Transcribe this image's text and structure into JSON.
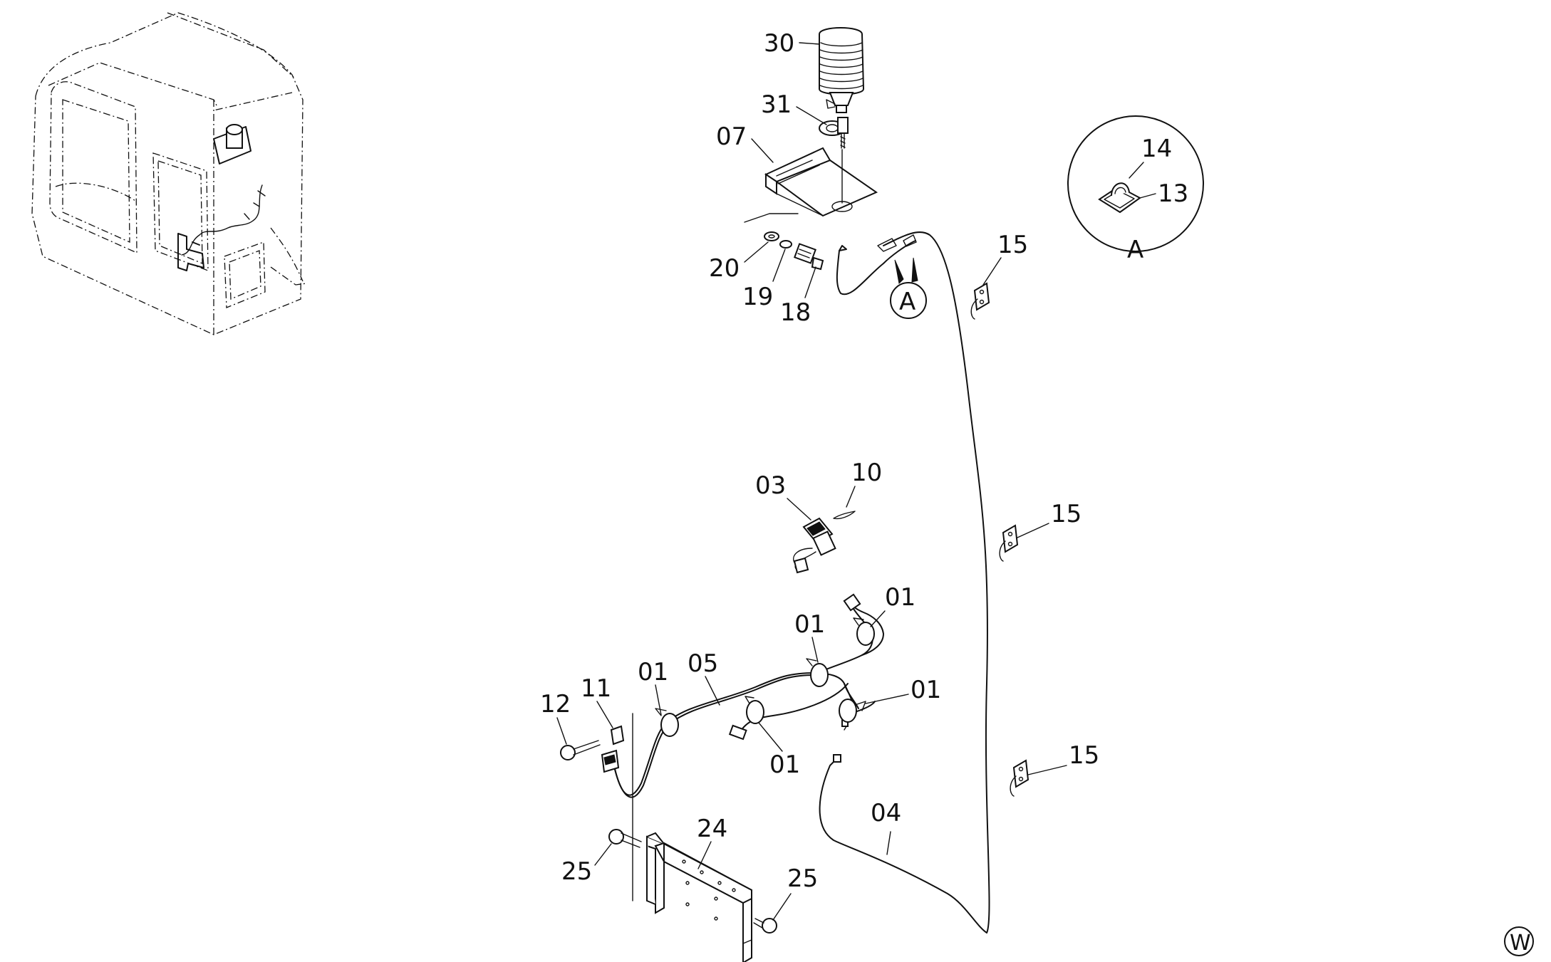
{
  "diagram": {
    "callouts": {
      "c30": "30",
      "c31": "31",
      "c07": "07",
      "c20": "20",
      "c19": "19",
      "c18": "18",
      "cA": "A",
      "c14": "14",
      "c13": "13",
      "cAdetail": "A",
      "c15a": "15",
      "c15b": "15",
      "c15c": "15",
      "c03": "03",
      "c10": "10",
      "c01a": "01",
      "c01b": "01",
      "c01c": "01",
      "c01d": "01",
      "c01e": "01",
      "c05": "05",
      "c11": "11",
      "c12": "12",
      "c04": "04",
      "c24": "24",
      "c25a": "25",
      "c25b": "25",
      "corner": "W"
    }
  }
}
